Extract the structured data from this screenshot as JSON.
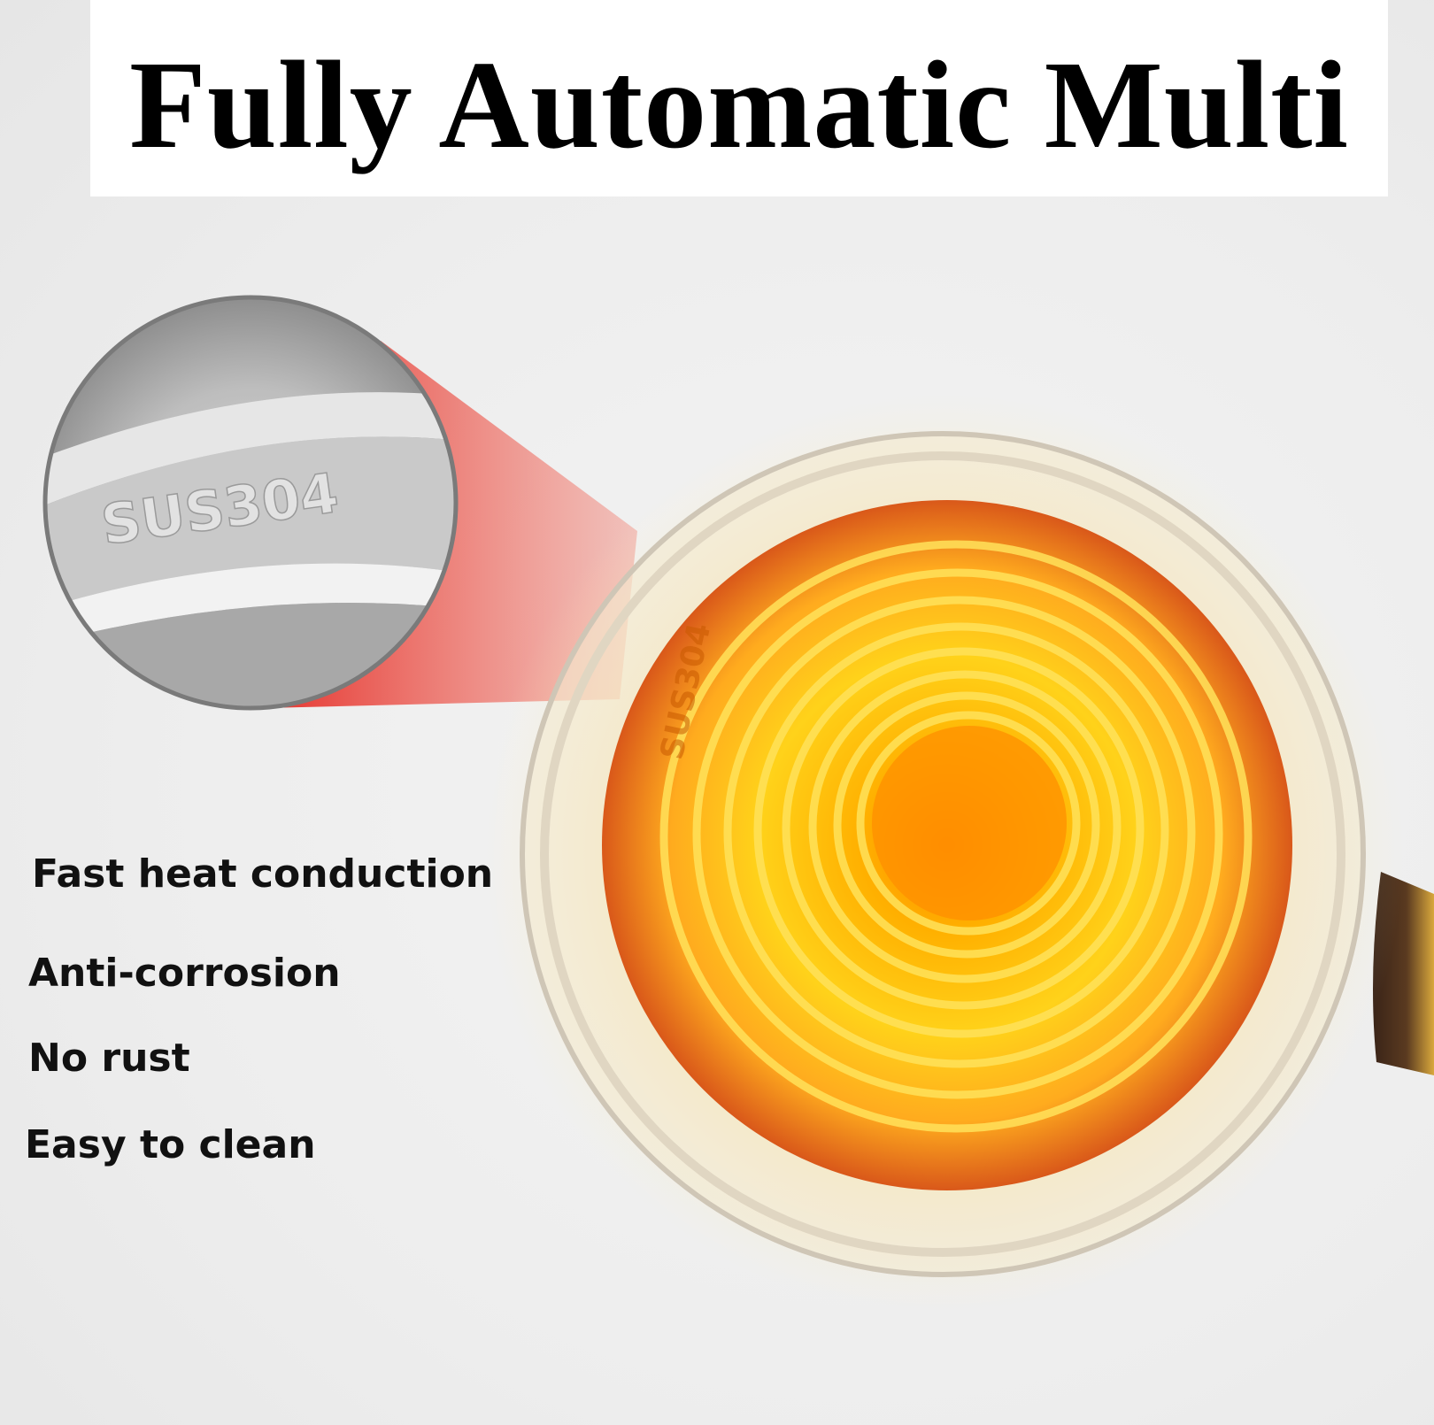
{
  "header": {
    "title": "Fully Automatic Multi"
  },
  "features": [
    "Fast heat conduction",
    "Anti-corrosion",
    "No rust",
    "Easy to clean"
  ],
  "magnifier": {
    "engraving": "SUS304"
  },
  "product": {
    "engraving": "SUS304"
  },
  "colors": {
    "heat_center": "#ff9a00",
    "heat_ring": "#ffcc1a",
    "heat_edge": "#d9581a",
    "beam": "#e8322c",
    "steel": "#b9b9b9",
    "handle_dark": "#3a2418",
    "handle_gold": "#d9a83c"
  }
}
